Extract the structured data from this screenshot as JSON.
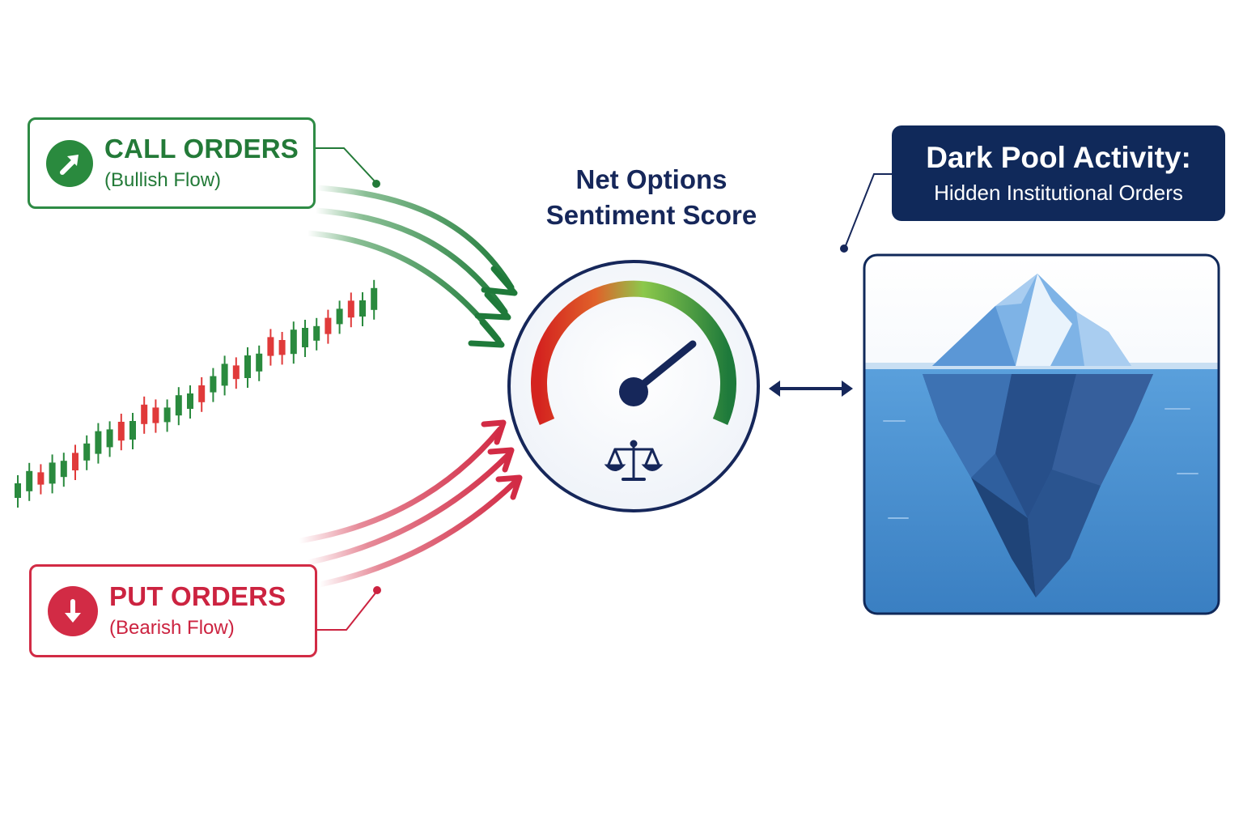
{
  "call_box": {
    "title": "CALL ORDERS",
    "subtitle": "(Bullish Flow)",
    "icon": "arrow-up-right-icon",
    "color": "#2e8b45"
  },
  "put_box": {
    "title": "PUT ORDERS",
    "subtitle": "(Bearish Flow)",
    "icon": "arrow-down-icon",
    "color": "#d22b45"
  },
  "gauge": {
    "title_line1": "Net Options",
    "title_line2": "Sentiment Score",
    "icon": "scales-icon",
    "colors": {
      "low": "#d32a2a",
      "mid": "#7cc14a",
      "high": "#1f7a3a",
      "ring": "#16275a"
    }
  },
  "dark_pool": {
    "title": "Dark Pool Activity:",
    "subtitle": "Hidden Institutional Orders",
    "image": "iceberg-illustration",
    "colors": {
      "header": "#10295a",
      "water": "#4d90cf",
      "ice": "#a9cdf0"
    }
  },
  "connector": {
    "icon": "double-arrow-icon"
  }
}
